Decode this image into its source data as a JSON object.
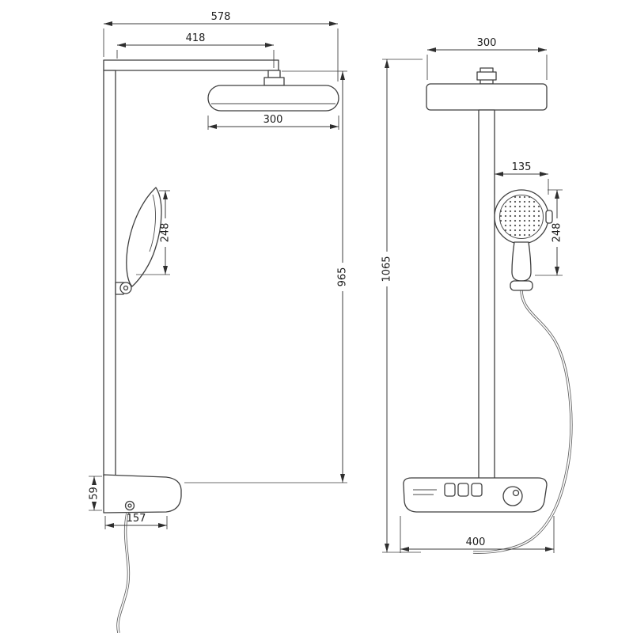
{
  "drawing": {
    "title": "shower-column-two-view-technical-drawing",
    "colors": {
      "line": "#3f3f3f",
      "background": "#ffffff"
    },
    "side_view": {
      "overall_width": "578",
      "arm_reach": "418",
      "head_diameter": "300",
      "hand_shower_length": "248",
      "column_height": "965",
      "shelf_height": "59",
      "shelf_depth": "157"
    },
    "front_view": {
      "head_width": "300",
      "hand_shower_width": "135",
      "hand_shower_length": "248",
      "overall_height": "1065",
      "shelf_width": "400"
    }
  }
}
